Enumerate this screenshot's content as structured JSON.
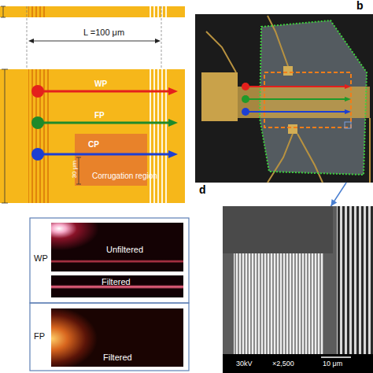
{
  "diagram": {
    "nodes": [
      {
        "text": [
          "Corrugation region"
        ]
      },
      {
        "text": [
          "b"
        ]
      },
      {
        "text": [
          "Unfiltered"
        ]
      },
      {
        "text": [
          "Filtered"
        ]
      },
      {
        "text": [
          "Filtered"
        ]
      },
      {
        "text": [
          "d"
        ]
      }
    ],
    "edges": [
      {
        "from": 1,
        "to": 5,
        "arrow": "to"
      }
    ],
    "labels": [
      "L =100 μm",
      "WP",
      "FP",
      "CP",
      "30 μm",
      "WP",
      "FP",
      "30kV",
      "×2,500",
      "10 μm"
    ]
  }
}
